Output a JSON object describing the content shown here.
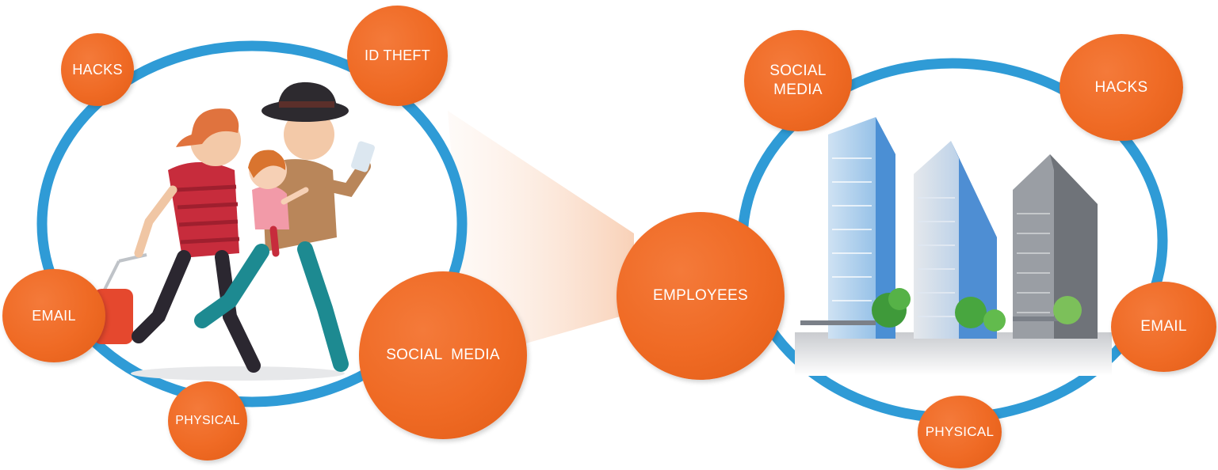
{
  "colors": {
    "ring": "#2f9bd6",
    "node": "#ef6a24",
    "label": "#ffffff"
  },
  "left_cluster": {
    "subject_icon": "family-travelers-icon",
    "nodes": {
      "hacks": "HACKS",
      "id_theft": "ID THEFT",
      "email": "EMAIL",
      "social_media": "SOCIAL  MEDIA",
      "physical": "PHYSICAL"
    }
  },
  "center": {
    "label": "EMPLOYEES"
  },
  "right_cluster": {
    "subject_icon": "office-buildings-icon",
    "nodes": {
      "social_media": "SOCIAL\nMEDIA",
      "hacks": "HACKS",
      "email": "EMAIL",
      "physical": "PHYSICAL"
    }
  }
}
